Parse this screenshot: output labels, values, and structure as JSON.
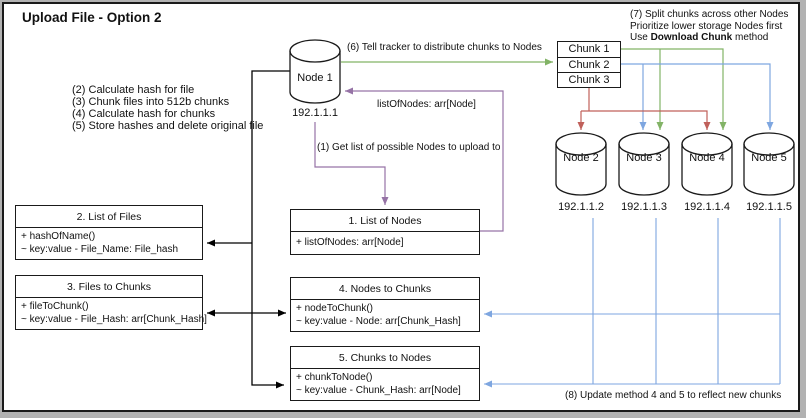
{
  "title": "Upload File - Option 2",
  "colors": {
    "green_arrow": "#82b366",
    "red_arrow": "#c0605a",
    "blue_arrow": "#7ea6e0",
    "purple_arrow": "#9673a6",
    "black_arrow": "#000000"
  },
  "notes": {
    "steps_2_to_5": [
      "(2) Calculate hash for file",
      "(3) Chunk files into 512b chunks",
      "(4) Calculate hash for chunks",
      "(5) Store hashes and delete original file"
    ],
    "step1_label": "(1) Get list of possible Nodes to upload to",
    "step6_label": "(6) Tell tracker to distribute chunks to Nodes",
    "step7": {
      "line1": "(7) Split chunks across other Nodes",
      "line2": "Prioritize lower storage Nodes first",
      "line3_prefix": "Use ",
      "line3_bold": "Download Chunk",
      "line3_suffix": " method"
    },
    "step8_label": "(8) Update method 4 and 5 to reflect new chunks",
    "return_label": "listOfNodes: arr[Node]"
  },
  "nodes": [
    {
      "label": "Node 1",
      "ip": "192.1.1.1"
    },
    {
      "label": "Node 2",
      "ip": "192.1.1.2"
    },
    {
      "label": "Node 3",
      "ip": "192.1.1.3"
    },
    {
      "label": "Node 4",
      "ip": "192.1.1.4"
    },
    {
      "label": "Node 5",
      "ip": "192.1.1.5"
    }
  ],
  "chunks": [
    "Chunk 1",
    "Chunk 2",
    "Chunk 3"
  ],
  "tables": [
    {
      "title": "1. List of Nodes",
      "rows": [
        "+ listOfNodes: arr[Node]"
      ]
    },
    {
      "title": "2. List of Files",
      "rows": [
        "+ hashOfName()",
        "~ key:value - File_Name: File_hash"
      ]
    },
    {
      "title": "3. Files to Chunks",
      "rows": [
        "+ fileToChunk()",
        "~ key:value - File_Hash: arr[Chunk_Hash]"
      ]
    },
    {
      "title": "4. Nodes to Chunks",
      "rows": [
        "+ nodeToChunk()",
        "~ key:value - Node: arr[Chunk_Hash]"
      ]
    },
    {
      "title": "5. Chunks to Nodes",
      "rows": [
        "+ chunkToNode()",
        "~ key:value - Chunk_Hash: arr[Node]"
      ]
    }
  ]
}
